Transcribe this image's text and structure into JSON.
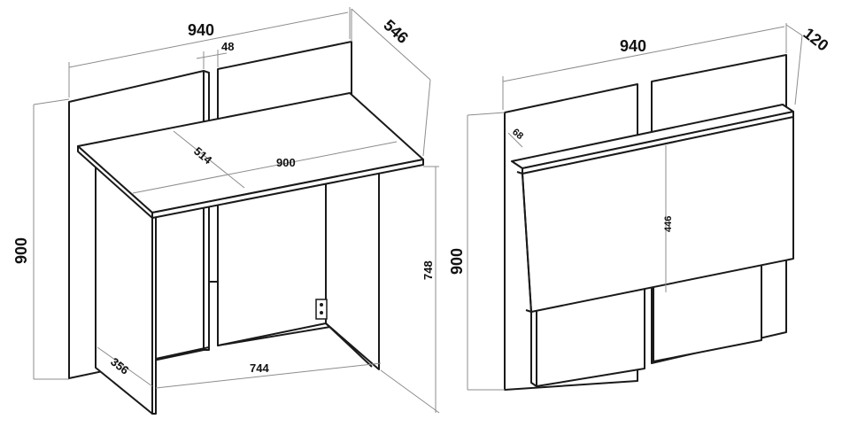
{
  "left_view": {
    "width": "940",
    "depth": "546",
    "gap": "48",
    "height": "900",
    "top_depth": "514",
    "top_width": "900",
    "leg_height": "748",
    "leg_depth": "356",
    "inner_width": "744"
  },
  "right_view": {
    "width": "940",
    "depth": "120",
    "shelf_depth": "68",
    "height": "900",
    "flap_height": "446"
  },
  "colors": {
    "outline": "#1a1a1a",
    "dimension_line": "#8c8c8c",
    "background": "#ffffff"
  }
}
